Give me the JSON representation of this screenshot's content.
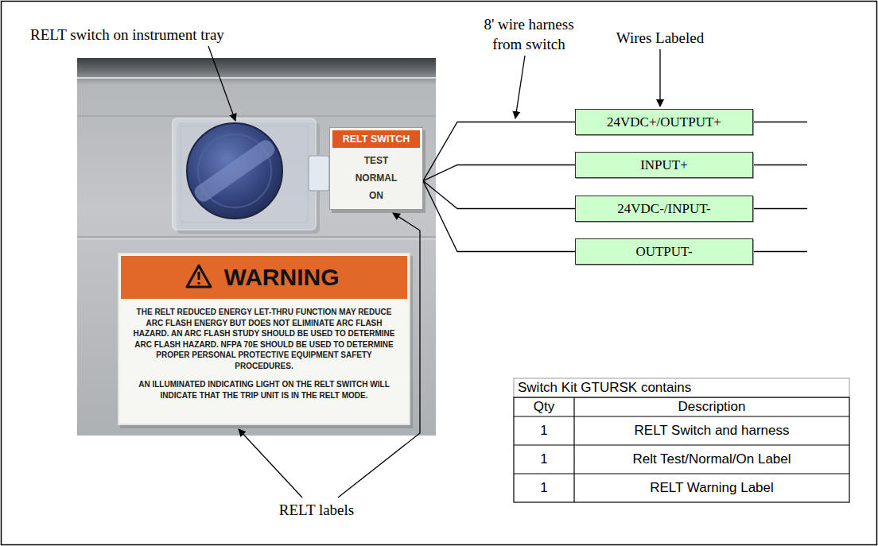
{
  "diagram": {
    "nodes": [
      {
        "text": [
          "RELT SWITCH",
          "TEST",
          "NORMAL",
          "ON"
        ]
      },
      {
        "text": [
          "WARNING",
          "THE RELT REDUCED ENERGY LET-THRU FUNCTION MAY REDUCE ARC FLASH ENERGY BUT DOES NOT ELIMINATE ARC FLASH HAZARD. AN ARC FLASH STUDY SHOULD BE USED TO DETERMINE ARC FLASH HAZARD. NFPA 70E SHOULD BE USED TO DETERMINE PROPER PERSONAL PROTECTIVE EQUIPMENT SAFETY PROCEDURES.",
          "AN ILLUMINATED INDICATING LIGHT ON THE RELT SWITCH WILL INDICATE THAT THE TRIP UNIT IS IN THE RELT MODE."
        ]
      },
      {
        "text": [
          "24VDC+/OUTPUT+"
        ]
      },
      {
        "text": [
          "INPUT+"
        ]
      },
      {
        "text": [
          "24VDC-/INPUT-"
        ]
      },
      {
        "text": [
          "OUTPUT-"
        ]
      }
    ],
    "edges": [
      {
        "from": 0,
        "to": 2,
        "arrow": "none"
      },
      {
        "from": 0,
        "to": 3,
        "arrow": "none"
      },
      {
        "from": 0,
        "to": 4,
        "arrow": "none"
      },
      {
        "from": 0,
        "to": 5,
        "arrow": "none"
      }
    ],
    "labels": [
      "RELT switch on instrument tray",
      "8' wire harness from switch",
      "Wires Labeled",
      "RELT labels",
      "Switch Kit GTURSK contains",
      "Qty",
      "Description",
      "1",
      "RELT Switch and harness",
      "1",
      "Relt Test/Normal/On Label",
      "1",
      "RELT Warning Label"
    ]
  }
}
